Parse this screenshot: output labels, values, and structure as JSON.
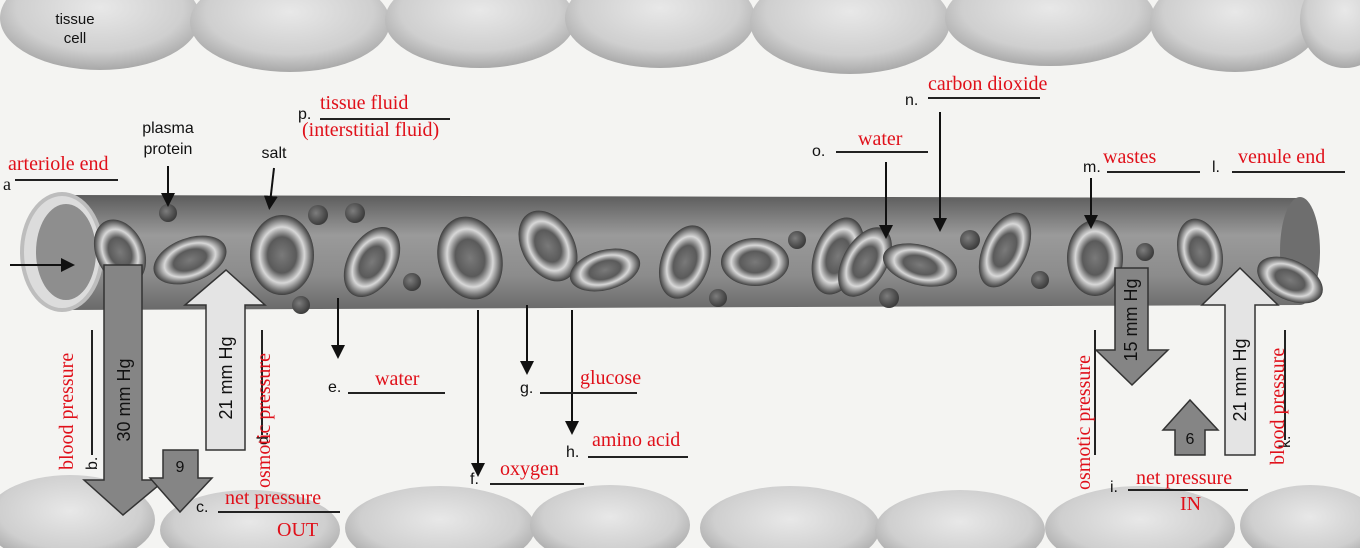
{
  "printed": {
    "tissue_cell": "tissue\ncell",
    "plasma_protein": "plasma\nprotein",
    "salt": "salt",
    "a": "a",
    "b": "b.",
    "c": "c.",
    "d": "d.",
    "e": "e.",
    "f": "f.",
    "g": "g.",
    "h": "h.",
    "i": "i.",
    "k": "k.",
    "l": "l.",
    "m": "m.",
    "n": "n.",
    "o": "o.",
    "p": "p."
  },
  "pressures": {
    "left_down": "30 mm Hg",
    "left_up": "21 mm Hg",
    "left_net": "9",
    "right_down": "15 mm Hg",
    "right_up": "21 mm Hg",
    "right_net": "6"
  },
  "answers": {
    "a": "arteriole end",
    "b": "blood pressure",
    "c1": "net pressure",
    "c2": "OUT",
    "d": "osmotic pressure",
    "e": "water",
    "f": "oxygen",
    "g": "glucose",
    "h": "amino acid",
    "i1": "net pressure",
    "i2": "IN",
    "j": "osmotic pressure",
    "k": "blood pressure",
    "l": "venule end",
    "m": "wastes",
    "n": "carbon dioxide",
    "o": "water",
    "p1": "tissue fluid",
    "p2": "(interstitial fluid)"
  },
  "colors": {
    "answer": "#e0101a",
    "vessel": "#8a8a8a",
    "cell": "#cfcfcf",
    "arrow_dark": "#808080",
    "arrow_light": "#e6e6e6"
  }
}
